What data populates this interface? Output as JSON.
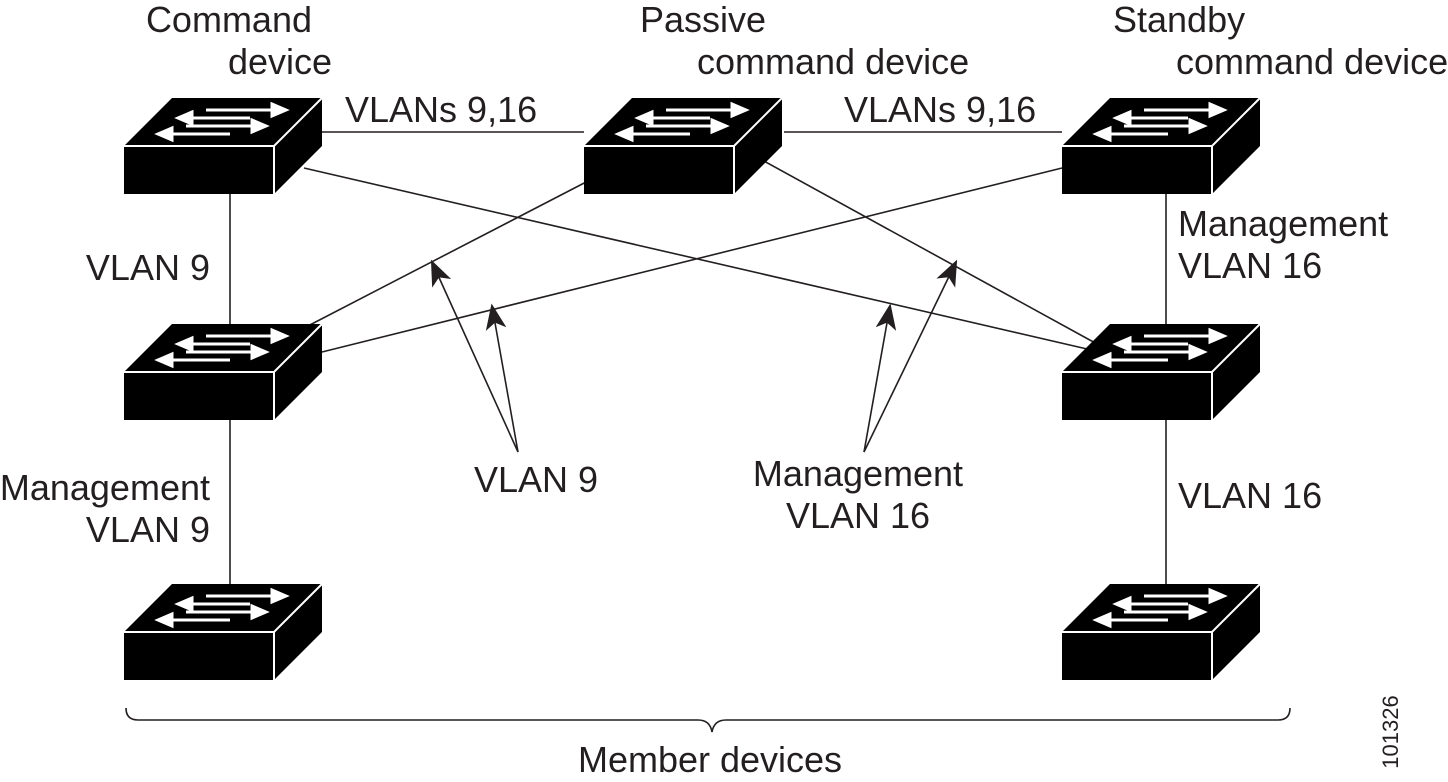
{
  "devices": {
    "command": {
      "label_line1": "Command",
      "label_line2": "device"
    },
    "passive": {
      "label_line1": "Passive",
      "label_line2": "command device"
    },
    "standby": {
      "label_line1": "Standby",
      "label_line2": "command device"
    },
    "member_group": {
      "label": "Member devices"
    }
  },
  "links": {
    "command_passive": "VLANs 9,16",
    "passive_standby": "VLANs 9,16",
    "command_member_left": "VLAN 9",
    "standby_member_right": {
      "line1": "Management",
      "line2": "VLAN 16"
    },
    "member_left_lower": {
      "line1": "Management",
      "line2": "VLAN 9"
    },
    "member_right_lower": "VLAN 16",
    "cross_vlan9": "VLAN 9",
    "cross_mgmt16": {
      "line1": "Management",
      "line2": "VLAN 16"
    }
  },
  "figure_id": "101326",
  "colors": {
    "ink": "#231f20",
    "switch_fill": "#000000",
    "arrow_fill": "#ffffff"
  }
}
